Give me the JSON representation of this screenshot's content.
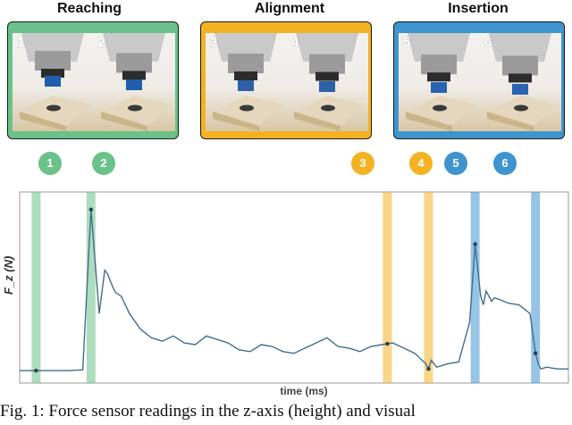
{
  "colors": {
    "reaching": "#6ac189",
    "alignment": "#f4b223",
    "insertion": "#3e94cf",
    "trace": "#3f6e8c"
  },
  "phases": [
    {
      "title": "Reaching",
      "color": "#6ac189",
      "frames": [
        "1",
        "2"
      ]
    },
    {
      "title": "Alignment",
      "color": "#f4b223",
      "frames": [
        "3",
        "4"
      ]
    },
    {
      "title": "Insertion",
      "color": "#3e94cf",
      "frames": [
        "5",
        "6"
      ]
    }
  ],
  "markers": [
    {
      "label": "1",
      "color": "#6ac189"
    },
    {
      "label": "2",
      "color": "#6ac189"
    },
    {
      "label": "3",
      "color": "#f4b223"
    },
    {
      "label": "4",
      "color": "#f4b223"
    },
    {
      "label": "5",
      "color": "#3e94cf"
    },
    {
      "label": "6",
      "color": "#3e94cf"
    }
  ],
  "chart_data": {
    "type": "line",
    "xlabel": "time (ms)",
    "ylabel": "F_z (N)",
    "xlim": [
      0,
      1
    ],
    "ylim": [
      0,
      1
    ],
    "grid": false,
    "series": [
      {
        "x": [
          0.0,
          0.09,
          0.1,
          0.115,
          0.13,
          0.145,
          0.155,
          0.16,
          0.17,
          0.175,
          0.185,
          0.2,
          0.22,
          0.24,
          0.26,
          0.28,
          0.3,
          0.32,
          0.34,
          0.36,
          0.38,
          0.4,
          0.42,
          0.44,
          0.46,
          0.48,
          0.5,
          0.52,
          0.54,
          0.56,
          0.58,
          0.6,
          0.62,
          0.64,
          0.66,
          0.68,
          0.7,
          0.72,
          0.74,
          0.745,
          0.75,
          0.76,
          0.78,
          0.8,
          0.82,
          0.83,
          0.84,
          0.845,
          0.85,
          0.86,
          0.865,
          0.875,
          0.89,
          0.91,
          0.93,
          0.94,
          0.945,
          0.95,
          0.96,
          0.98,
          1.0
        ],
        "y": [
          0.02,
          0.02,
          0.022,
          0.025,
          0.95,
          0.35,
          0.6,
          0.58,
          0.5,
          0.47,
          0.45,
          0.35,
          0.26,
          0.21,
          0.19,
          0.22,
          0.18,
          0.17,
          0.22,
          0.2,
          0.18,
          0.14,
          0.13,
          0.17,
          0.16,
          0.13,
          0.12,
          0.15,
          0.18,
          0.21,
          0.16,
          0.15,
          0.13,
          0.16,
          0.17,
          0.18,
          0.15,
          0.12,
          0.06,
          0.03,
          0.08,
          0.04,
          0.06,
          0.07,
          0.3,
          0.75,
          0.45,
          0.4,
          0.48,
          0.42,
          0.44,
          0.43,
          0.41,
          0.4,
          0.35,
          0.12,
          0.06,
          0.03,
          0.04,
          0.03,
          0.03
        ]
      }
    ],
    "highlight_x": [
      {
        "label": "1",
        "x": 0.03,
        "color": "#6ac189"
      },
      {
        "label": "2",
        "x": 0.13,
        "color": "#6ac189"
      },
      {
        "label": "3",
        "x": 0.67,
        "color": "#f4b223"
      },
      {
        "label": "4",
        "x": 0.745,
        "color": "#f4b223"
      },
      {
        "label": "5",
        "x": 0.83,
        "color": "#3e94cf"
      },
      {
        "label": "6",
        "x": 0.94,
        "color": "#3e94cf"
      }
    ]
  },
  "caption": "Fig. 1: Force sensor readings in the z-axis (height) and visual"
}
